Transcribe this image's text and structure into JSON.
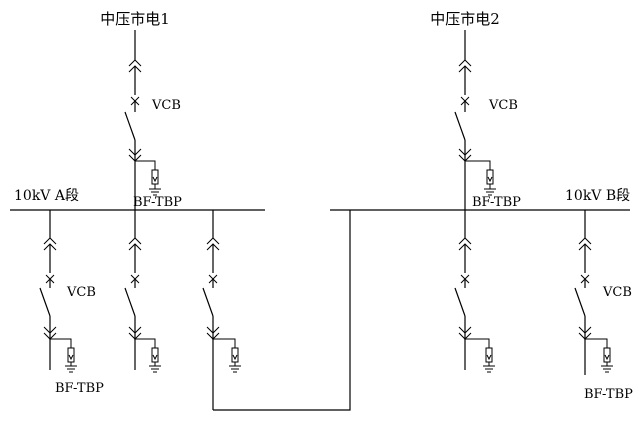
{
  "sources": [
    {
      "label": "中压市电1"
    },
    {
      "label": "中压市电2"
    }
  ],
  "buses": [
    {
      "label": "10kV A段"
    },
    {
      "label": "10kV B段"
    }
  ],
  "labels": {
    "breaker": "VCB",
    "protector": "BF-TBP"
  }
}
